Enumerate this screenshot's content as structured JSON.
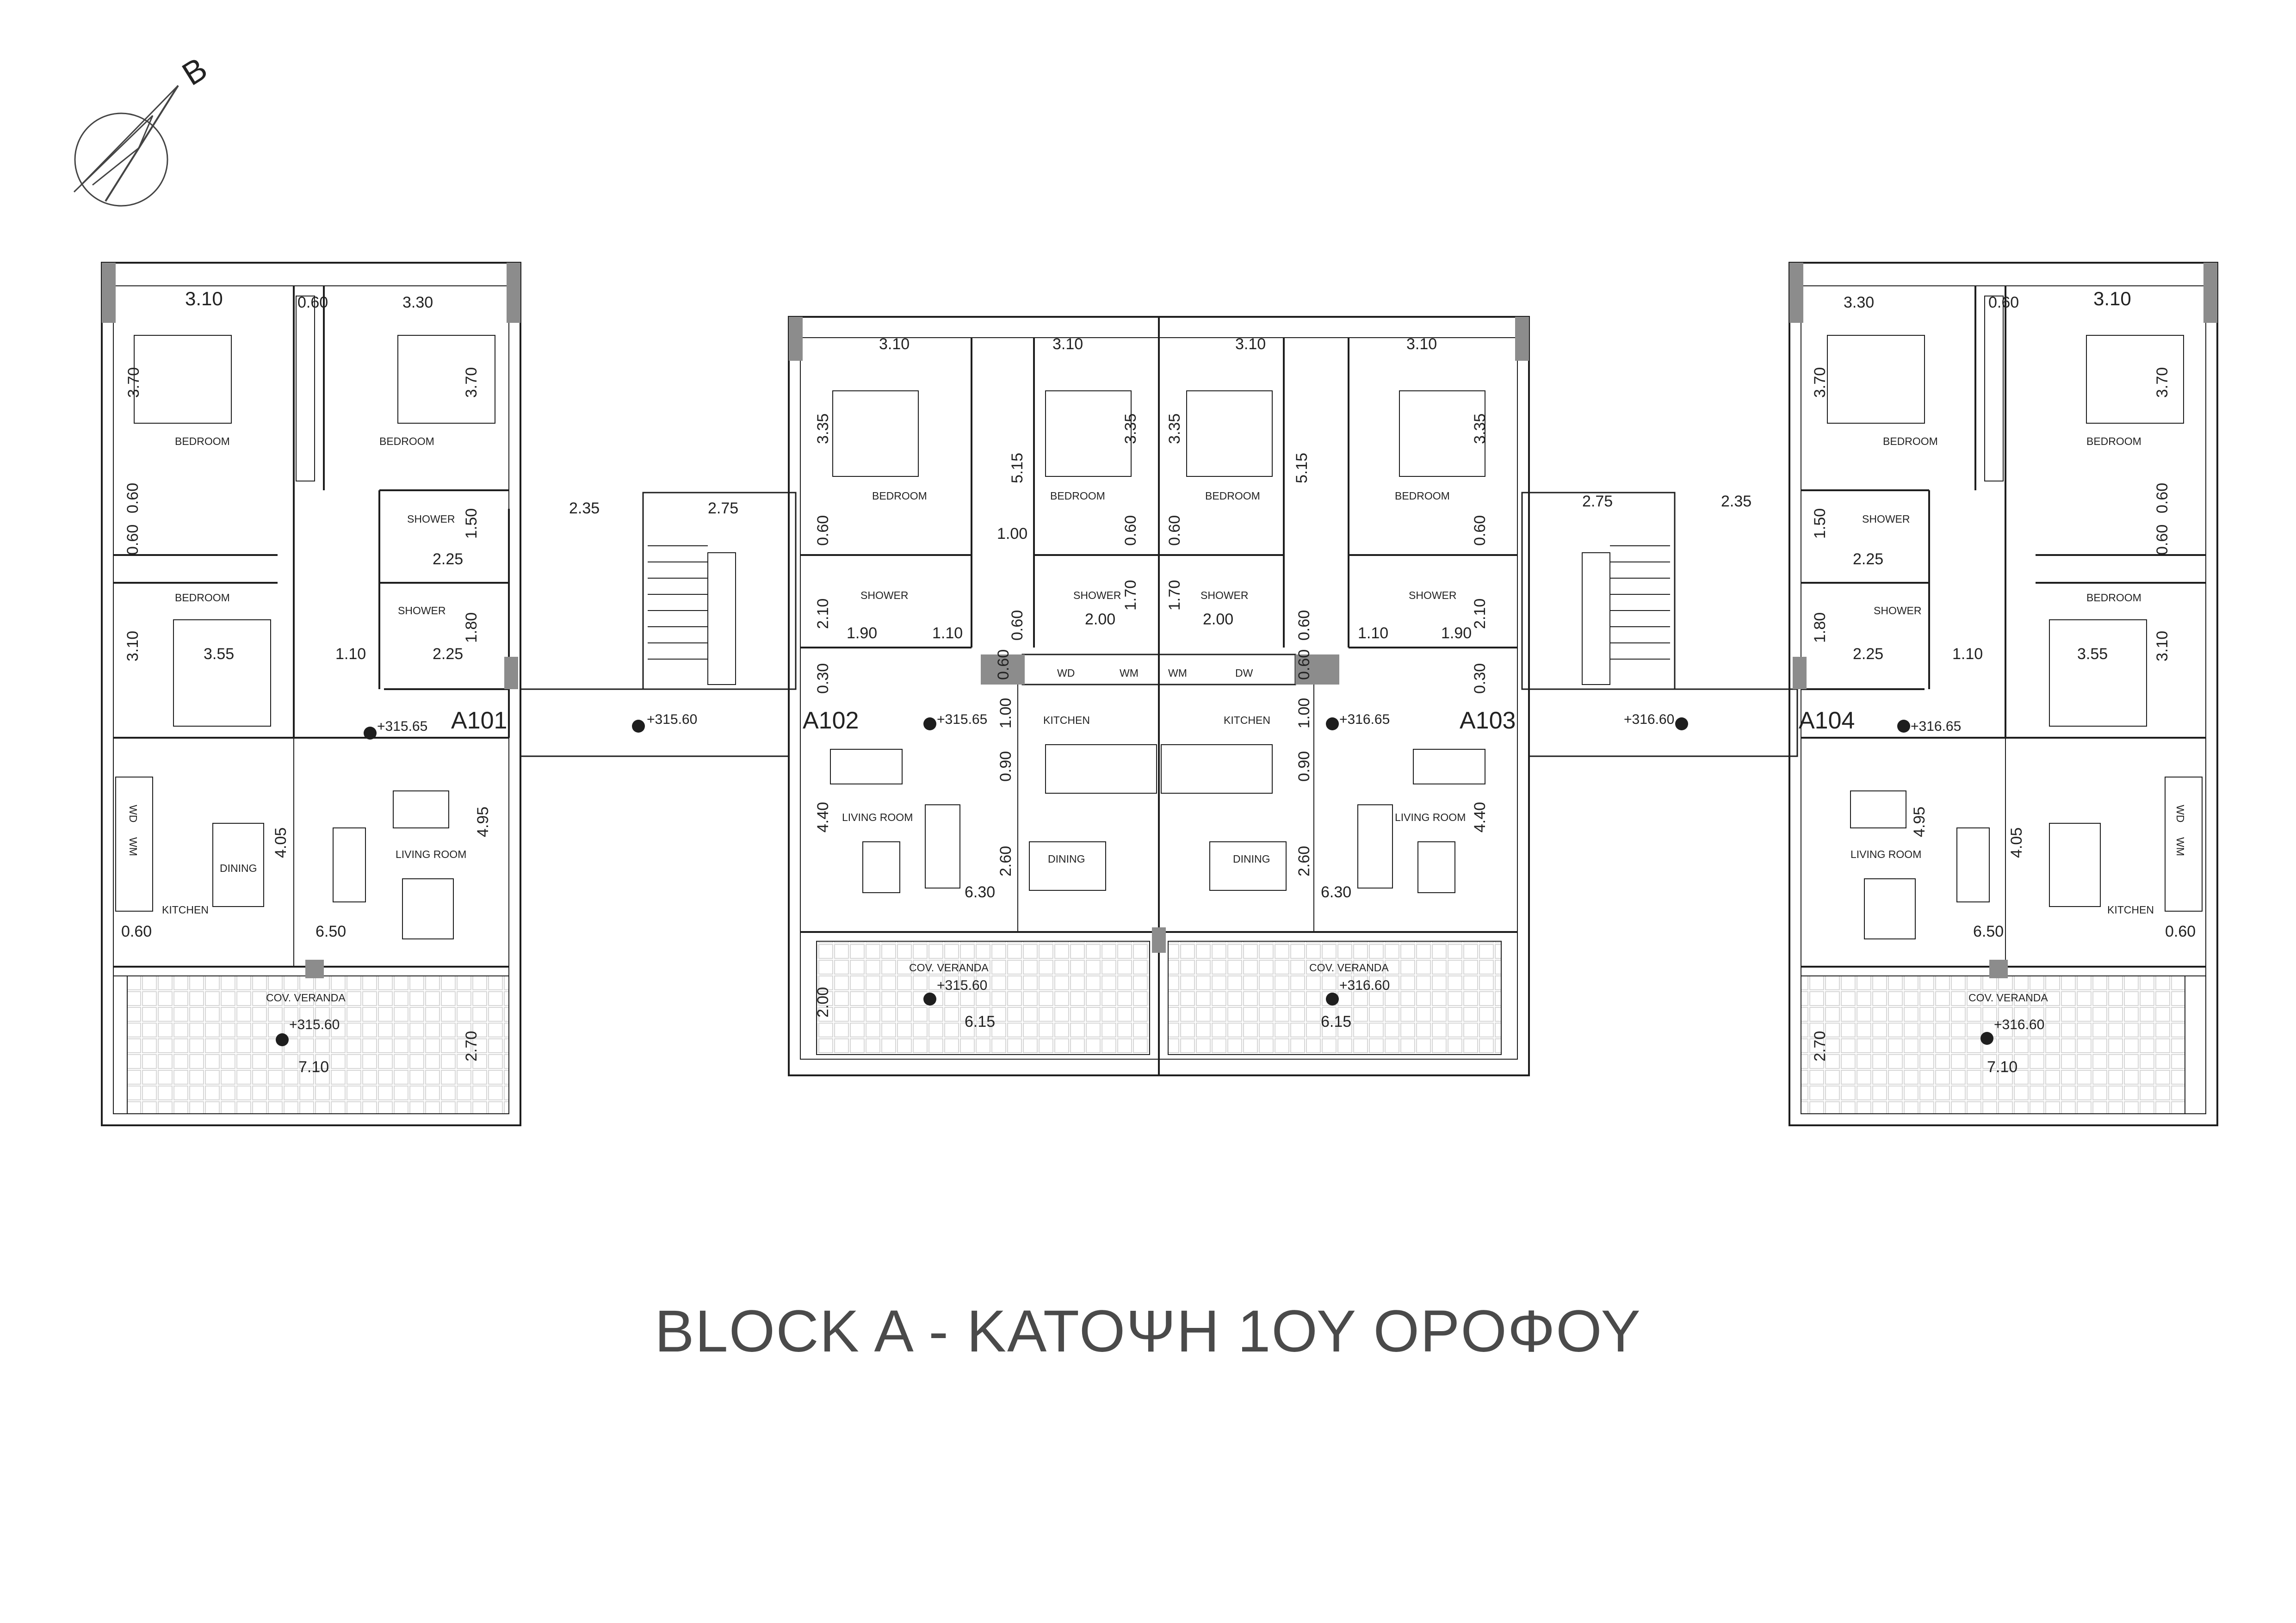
{
  "title": "BLOCK A - ΚΑΤΟΨΗ 1ΟΥ ΟΡΟΦΟΥ",
  "north_letter": "B",
  "units": {
    "a101": "A101",
    "a102": "A102",
    "a103": "A103",
    "a104": "A104"
  },
  "rooms": {
    "bedroom": "BEDROOM",
    "shower": "SHOWER",
    "living": "LIVING ROOM",
    "kitchen": "KITCHEN",
    "dining": "DINING",
    "veranda": "COV. VERANDA",
    "wd": "WD",
    "wm": "WM",
    "dw": "DW"
  },
  "levels": {
    "l1": "+315.65",
    "l2": "+315.60",
    "l3": "+316.65",
    "l4": "+316.60"
  },
  "dims": {
    "d310": "3.10",
    "d060": "0.60",
    "d330": "3.30",
    "d370": "3.70",
    "d150": "1.50",
    "d225": "2.25",
    "d355": "3.55",
    "d110": "1.10",
    "d180": "1.80",
    "d235": "2.35",
    "d275": "2.75",
    "d495": "4.95",
    "d405": "4.05",
    "d650": "6.50",
    "d710": "7.10",
    "d270": "2.70",
    "d335": "3.35",
    "d515": "5.15",
    "d100": "1.00",
    "d170": "1.70",
    "d210": "2.10",
    "d190": "1.90",
    "d200": "2.00",
    "d030": "0.30",
    "d090": "0.90",
    "d440": "4.40",
    "d260": "2.60",
    "d630": "6.30",
    "d615": "6.15"
  },
  "colors": {
    "wall": "#1e1e1e",
    "fill": "#8c8c8c",
    "title": "#4a4a4a",
    "hatch": "#d6d6d6"
  }
}
